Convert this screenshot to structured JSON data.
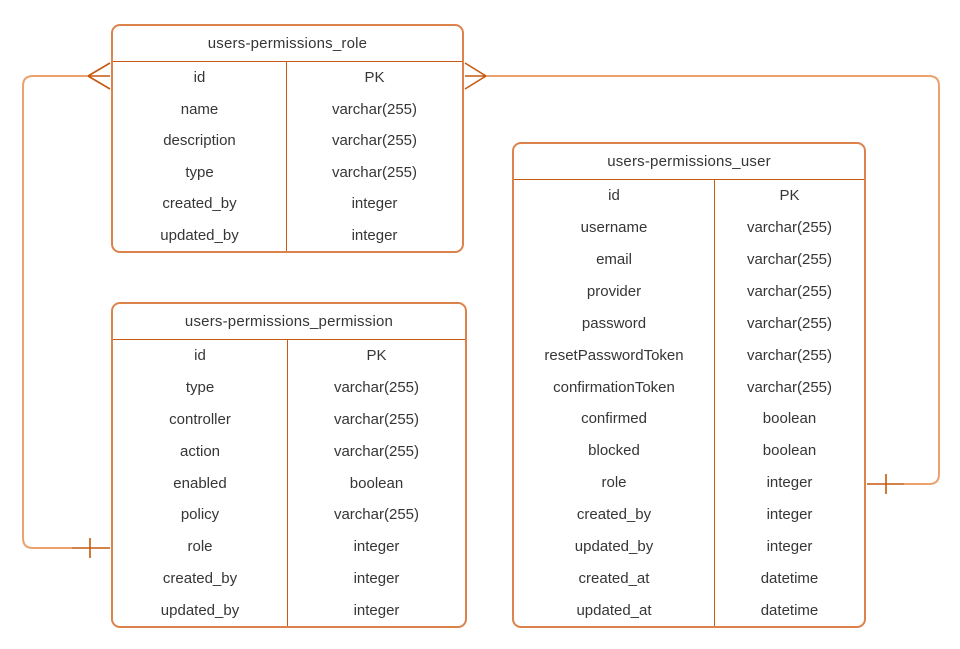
{
  "colors": {
    "stroke-light": "#EBA26F",
    "stroke-dark": "#C4590F",
    "table-border": "#DC834B",
    "text": "#363636",
    "background": "#FFFFFF"
  },
  "diagram": {
    "type": "entity-relationship",
    "tables": [
      {
        "key": "role",
        "title": "users-permissions_role",
        "fields": [
          {
            "name": "id",
            "type": "PK"
          },
          {
            "name": "name",
            "type": "varchar(255)"
          },
          {
            "name": "description",
            "type": "varchar(255)"
          },
          {
            "name": "type",
            "type": "varchar(255)"
          },
          {
            "name": "created_by",
            "type": "integer"
          },
          {
            "name": "updated_by",
            "type": "integer"
          }
        ]
      },
      {
        "key": "permission",
        "title": "users-permissions_permission",
        "fields": [
          {
            "name": "id",
            "type": "PK"
          },
          {
            "name": "type",
            "type": "varchar(255)"
          },
          {
            "name": "controller",
            "type": "varchar(255)"
          },
          {
            "name": "action",
            "type": "varchar(255)"
          },
          {
            "name": "enabled",
            "type": "boolean"
          },
          {
            "name": "policy",
            "type": "varchar(255)"
          },
          {
            "name": "role",
            "type": "integer"
          },
          {
            "name": "created_by",
            "type": "integer"
          },
          {
            "name": "updated_by",
            "type": "integer"
          }
        ]
      },
      {
        "key": "user",
        "title": "users-permissions_user",
        "fields": [
          {
            "name": "id",
            "type": "PK"
          },
          {
            "name": "username",
            "type": "varchar(255)"
          },
          {
            "name": "email",
            "type": "varchar(255)"
          },
          {
            "name": "provider",
            "type": "varchar(255)"
          },
          {
            "name": "password",
            "type": "varchar(255)"
          },
          {
            "name": "resetPasswordToken",
            "type": "varchar(255)"
          },
          {
            "name": "confirmationToken",
            "type": "varchar(255)"
          },
          {
            "name": "confirmed",
            "type": "boolean"
          },
          {
            "name": "blocked",
            "type": "boolean"
          },
          {
            "name": "role",
            "type": "integer"
          },
          {
            "name": "created_by",
            "type": "integer"
          },
          {
            "name": "updated_by",
            "type": "integer"
          },
          {
            "name": "created_at",
            "type": "datetime"
          },
          {
            "name": "updated_at",
            "type": "datetime"
          }
        ]
      }
    ],
    "relationships": [
      {
        "from_table": "users-permissions_role",
        "from_field": "id",
        "from_marker": "crows-foot-many",
        "to_table": "users-permissions_permission",
        "to_field": "role",
        "to_marker": "one-tick"
      },
      {
        "from_table": "users-permissions_role",
        "from_field": "id",
        "from_marker": "crows-foot-many",
        "to_table": "users-permissions_user",
        "to_field": "role",
        "to_marker": "one-tick"
      }
    ]
  }
}
